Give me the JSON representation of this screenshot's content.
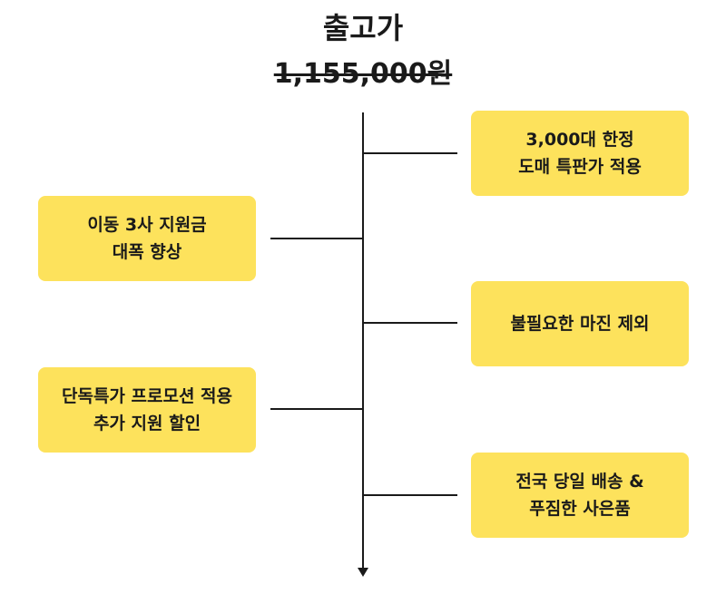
{
  "header": {
    "title": "출고가",
    "original_price": "1,155,000원"
  },
  "benefits": [
    {
      "line1": "3,000대 한정",
      "line2": "도매 특판가 적용"
    },
    {
      "line1": "이동 3사 지원금",
      "line2": "대폭 향상"
    },
    {
      "line1": "불필요한 마진 제외",
      "line2": ""
    },
    {
      "line1": "단독특가 프로모션 적용",
      "line2": "추가 지원 할인"
    },
    {
      "line1": "전국 당일 배송 &",
      "line2": "푸짐한 사은품"
    }
  ],
  "colors": {
    "box": "#fde25c",
    "line": "#1a1a1a"
  }
}
